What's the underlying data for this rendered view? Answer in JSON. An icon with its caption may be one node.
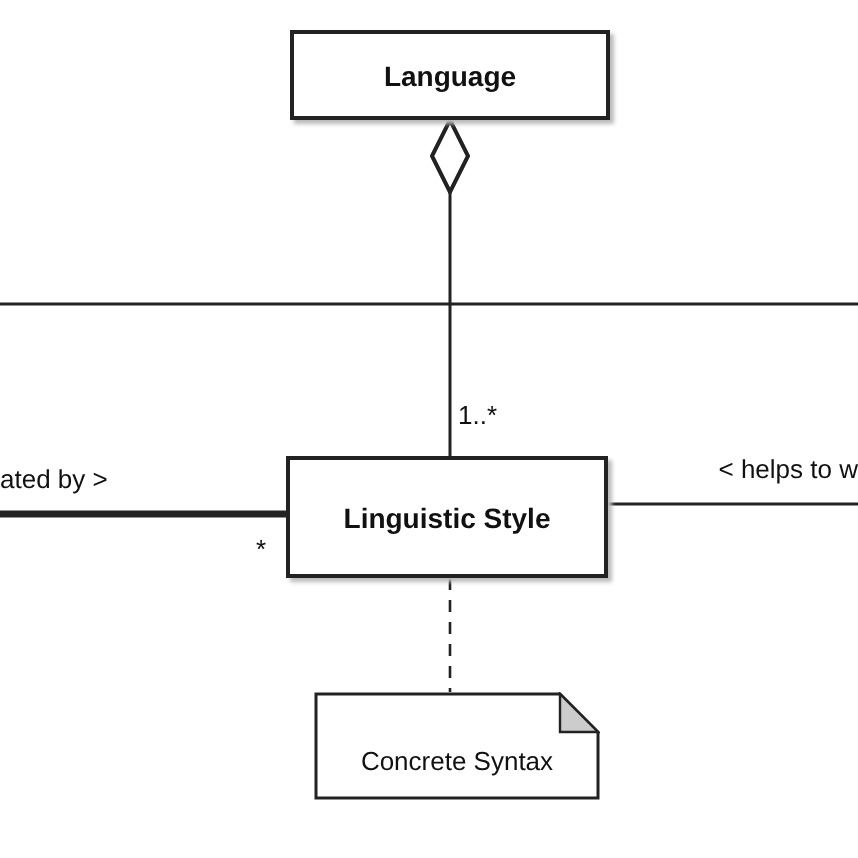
{
  "diagram": {
    "nodes": [
      {
        "text": [
          "Language"
        ]
      },
      {
        "text": [
          "Linguistic Style"
        ]
      },
      {
        "text": [
          "Concrete Syntax"
        ]
      }
    ],
    "edges": [
      {
        "from": 1,
        "to": 0,
        "arrow": "other"
      },
      {
        "from": null,
        "to": 1,
        "arrow": "none",
        "label": "ated by >",
        "style": "thick"
      },
      {
        "from": 1,
        "to": null,
        "arrow": "none",
        "label": "< helps to w"
      },
      {
        "from": 1,
        "to": 2,
        "arrow": "none",
        "style": "dashed"
      }
    ],
    "labels": [
      "1..*",
      "*"
    ]
  }
}
